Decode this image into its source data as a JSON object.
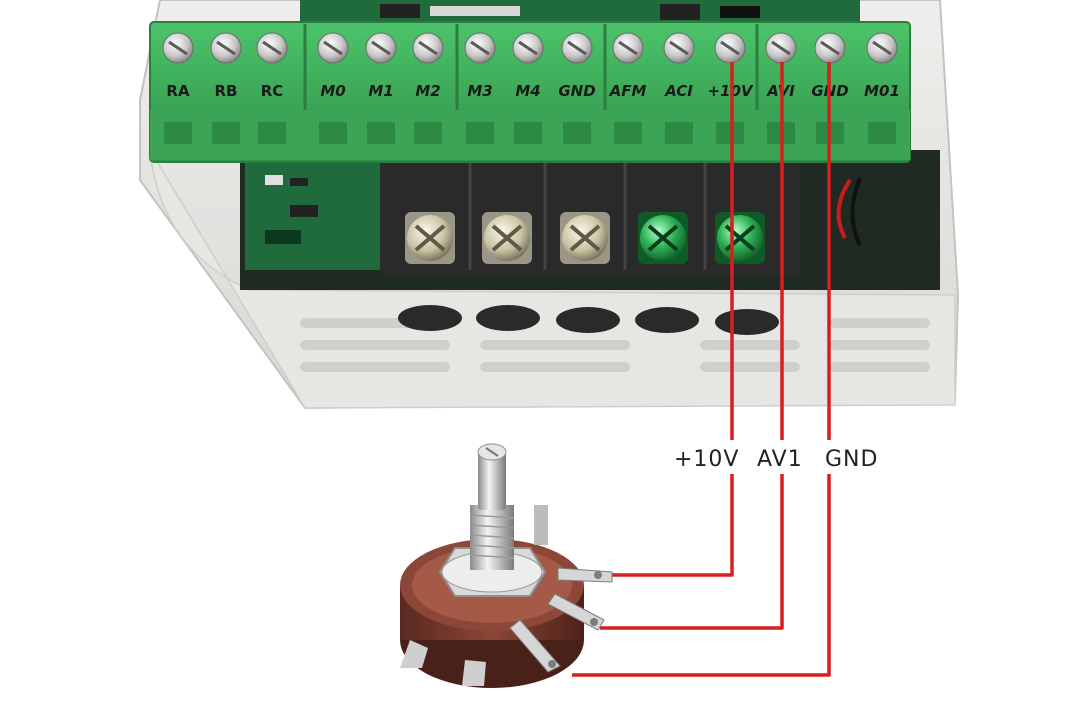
{
  "terminals": [
    {
      "id": "RA",
      "label": "RA"
    },
    {
      "id": "RB",
      "label": "RB"
    },
    {
      "id": "RC",
      "label": "RC"
    },
    {
      "id": "M0",
      "label": "M0"
    },
    {
      "id": "M1",
      "label": "M1"
    },
    {
      "id": "M2",
      "label": "M2"
    },
    {
      "id": "M3",
      "label": "M3"
    },
    {
      "id": "M4",
      "label": "M4"
    },
    {
      "id": "GND1",
      "label": "GND"
    },
    {
      "id": "AFM",
      "label": "AFM"
    },
    {
      "id": "ACI",
      "label": "ACI"
    },
    {
      "id": "P10V",
      "label": "+10V"
    },
    {
      "id": "AVI",
      "label": "AVI"
    },
    {
      "id": "GND2",
      "label": "GND"
    },
    {
      "id": "M01",
      "label": "M01"
    }
  ],
  "wires": [
    {
      "label": "+10V",
      "color": "#d81e1e"
    },
    {
      "label": "AV1",
      "color": "#d81e1e"
    },
    {
      "label": "GND",
      "color": "#d81e1e"
    }
  ],
  "colors": {
    "terminal_green": "#3fae5b",
    "housing": "#e4e3e1",
    "wire": "#d81e1e",
    "pot_body": "#7a3a2e"
  }
}
